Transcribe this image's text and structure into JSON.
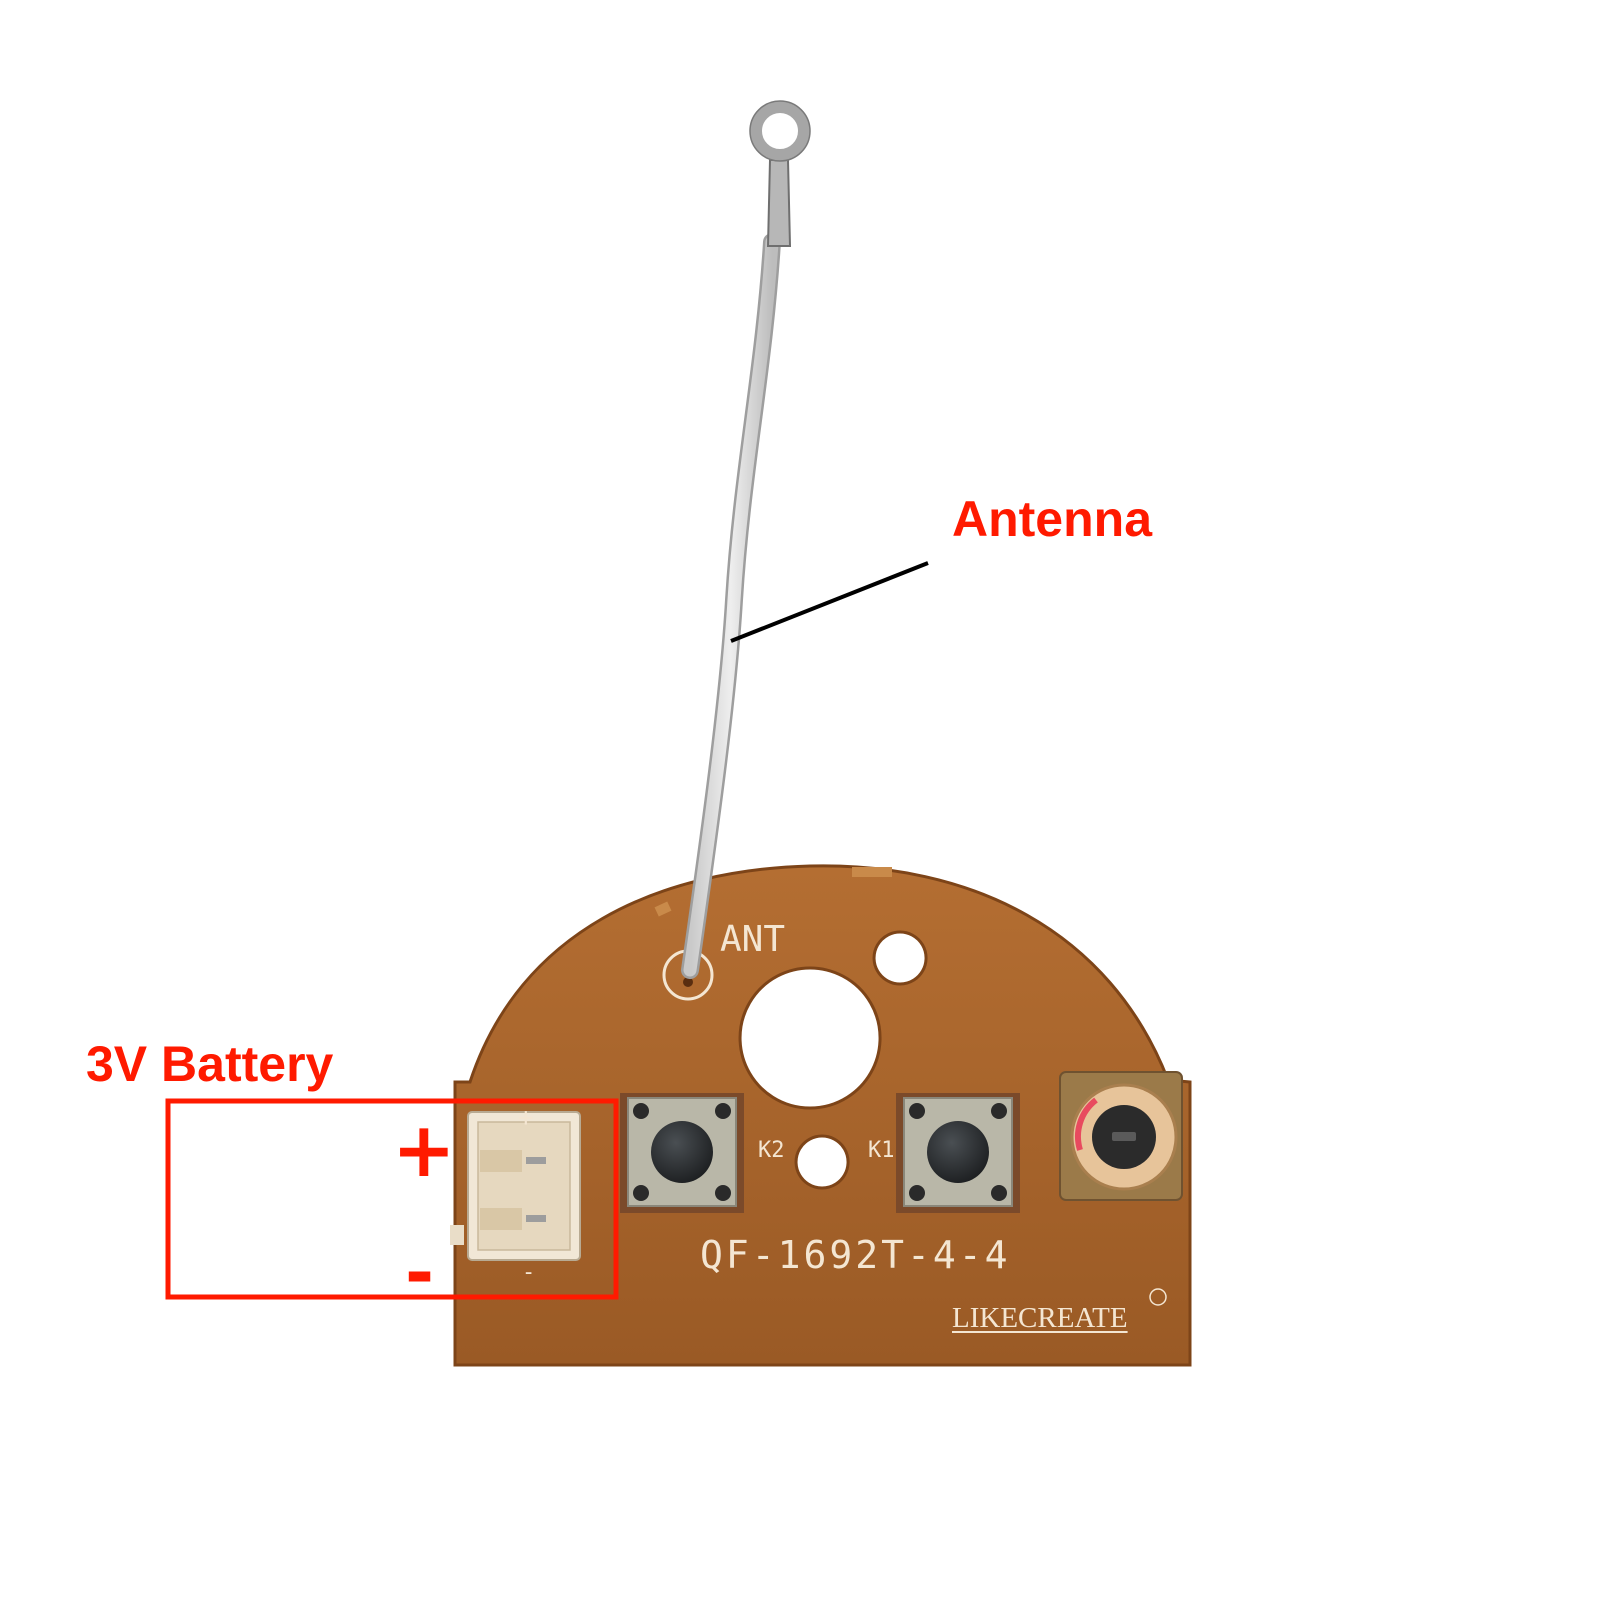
{
  "annotations": {
    "antenna_label": "Antenna",
    "battery_label": "3V Battery",
    "plus_sign": "+",
    "minus_sign": "-"
  },
  "board": {
    "ant_marking": "ANT",
    "k2_marking": "K2",
    "k1_marking": "K1",
    "model_marking": "QF-1692T-4-4",
    "connector_plus": "+",
    "connector_minus": "-",
    "logo": "LIKECREATE"
  },
  "colors": {
    "annotation": "#ff1a00",
    "leader_line": "#000000",
    "pcb": "#a9642a",
    "pcb_dark": "#8a4d1d",
    "silkscreen": "#f4e6d2",
    "wire": "#dcdcdc",
    "button_cap": "#262a2d",
    "button_body": "#b9b7a8",
    "connector": "#f1e7d6"
  },
  "icons": [
    "antenna-wire",
    "tact-switch",
    "potentiometer",
    "battery-connector",
    "registered-mark"
  ]
}
